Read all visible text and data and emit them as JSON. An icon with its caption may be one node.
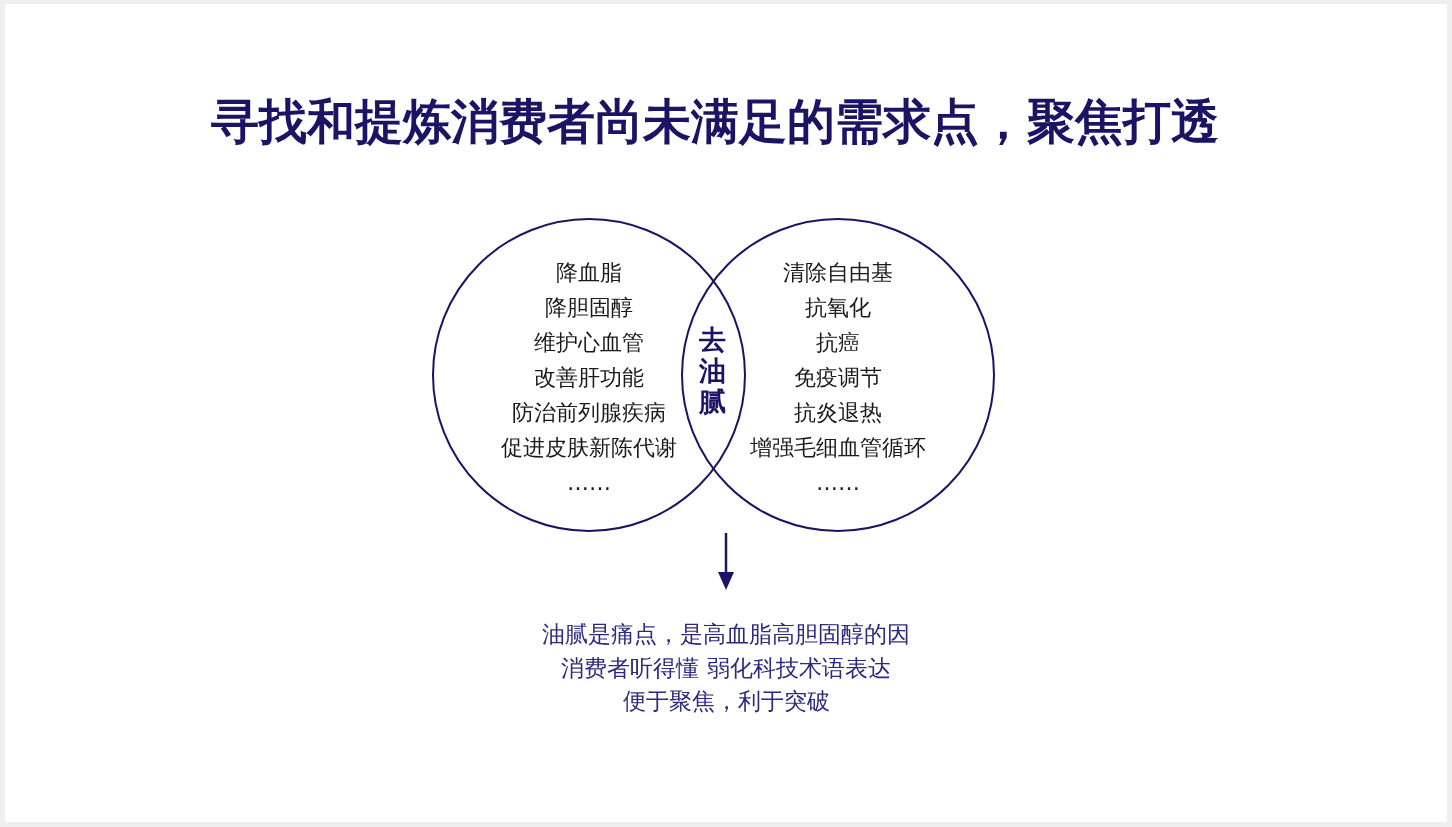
{
  "diagram": {
    "title": "寻找和提炼消费者尚未满足的需求点，聚焦打透",
    "nodes": [
      {
        "text": [
          "降血脂",
          "降胆固醇",
          "维护心血管",
          "改善肝功能",
          "防治前列腺疾病",
          "促进皮肤新陈代谢",
          "……"
        ]
      },
      {
        "text": [
          "清除自由基",
          "抗氧化",
          "抗癌",
          "免疫调节",
          "抗炎退热",
          "增强毛细血管循环",
          "……"
        ]
      },
      {
        "text": [
          "去油腻"
        ]
      },
      {
        "text": [
          "油腻是痛点，是高血脂高胆固醇的因",
          "消费者听得懂 弱化科技术语表达",
          "便于聚焦，利于突破"
        ]
      }
    ],
    "edges": [
      {
        "from": null,
        "to": 3,
        "arrow": "to"
      }
    ]
  }
}
